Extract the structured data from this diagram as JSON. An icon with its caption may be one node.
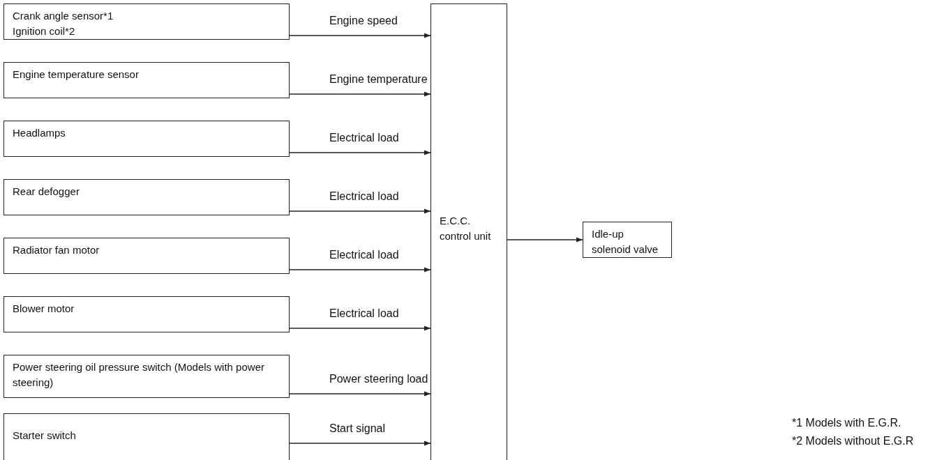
{
  "diagram": {
    "nodes": [
      {
        "text": [
          "Crank angle sensor*1",
          "Ignition coil*2"
        ]
      },
      {
        "text": [
          "Engine temperature sensor"
        ]
      },
      {
        "text": [
          "Headlamps"
        ]
      },
      {
        "text": [
          "Rear defogger"
        ]
      },
      {
        "text": [
          "Radiator fan motor"
        ]
      },
      {
        "text": [
          "Blower motor"
        ]
      },
      {
        "text": [
          "Power steering oil pressure switch (Models with power steering)"
        ]
      },
      {
        "text": [
          "Starter switch"
        ]
      },
      {
        "text": [
          "E.C.C. control unit"
        ]
      },
      {
        "text": [
          "Idle-up solenoid valve"
        ]
      }
    ],
    "edges": [
      {
        "from": 0,
        "to": 8,
        "arrow": "to",
        "label": "Engine speed"
      },
      {
        "from": 1,
        "to": 8,
        "arrow": "to",
        "label": "Engine temperature"
      },
      {
        "from": 2,
        "to": 8,
        "arrow": "to",
        "label": "Electrical load"
      },
      {
        "from": 3,
        "to": 8,
        "arrow": "to",
        "label": "Electrical load"
      },
      {
        "from": 4,
        "to": 8,
        "arrow": "to",
        "label": "Electrical load"
      },
      {
        "from": 5,
        "to": 8,
        "arrow": "to",
        "label": "Electrical load"
      },
      {
        "from": 6,
        "to": 8,
        "arrow": "to",
        "label": "Power steering load"
      },
      {
        "from": 7,
        "to": 8,
        "arrow": "to",
        "label": "Start signal"
      },
      {
        "from": 8,
        "to": 9,
        "arrow": "to"
      }
    ],
    "labels": [
      "*1 Models with E.G.R.",
      "*2 Models without E.G.R"
    ]
  }
}
